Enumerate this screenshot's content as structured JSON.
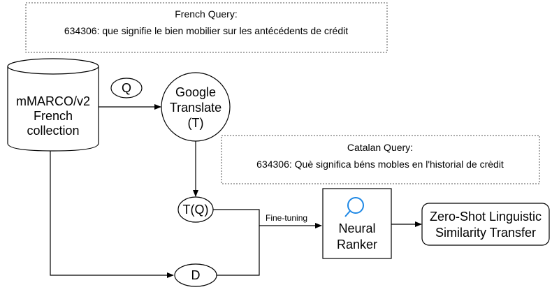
{
  "french_box": {
    "title": "French Query:",
    "text": "634306: que signifie le bien mobilier sur les antécédents de crédit"
  },
  "catalan_box": {
    "title": "Catalan Query:",
    "text": "634306: Què significa béns mobles en l'historial de crèdit"
  },
  "collection": {
    "line1": "mMARCO/v2",
    "line2": "French",
    "line3": "collection"
  },
  "query_node": {
    "label": "Q"
  },
  "translate_node": {
    "line1": "Google",
    "line2": "Translate",
    "line3": "(T)"
  },
  "translated_node": {
    "label": "T(Q)"
  },
  "doc_node": {
    "label": "D"
  },
  "edge_label": {
    "text": "Fine-tuning"
  },
  "ranker": {
    "line1": "Neural",
    "line2": "Ranker",
    "icon": "search-icon",
    "accent": "#1e88e5"
  },
  "output": {
    "line1": "Zero-Shot Linguistic",
    "line2": "Similarity Transfer"
  }
}
